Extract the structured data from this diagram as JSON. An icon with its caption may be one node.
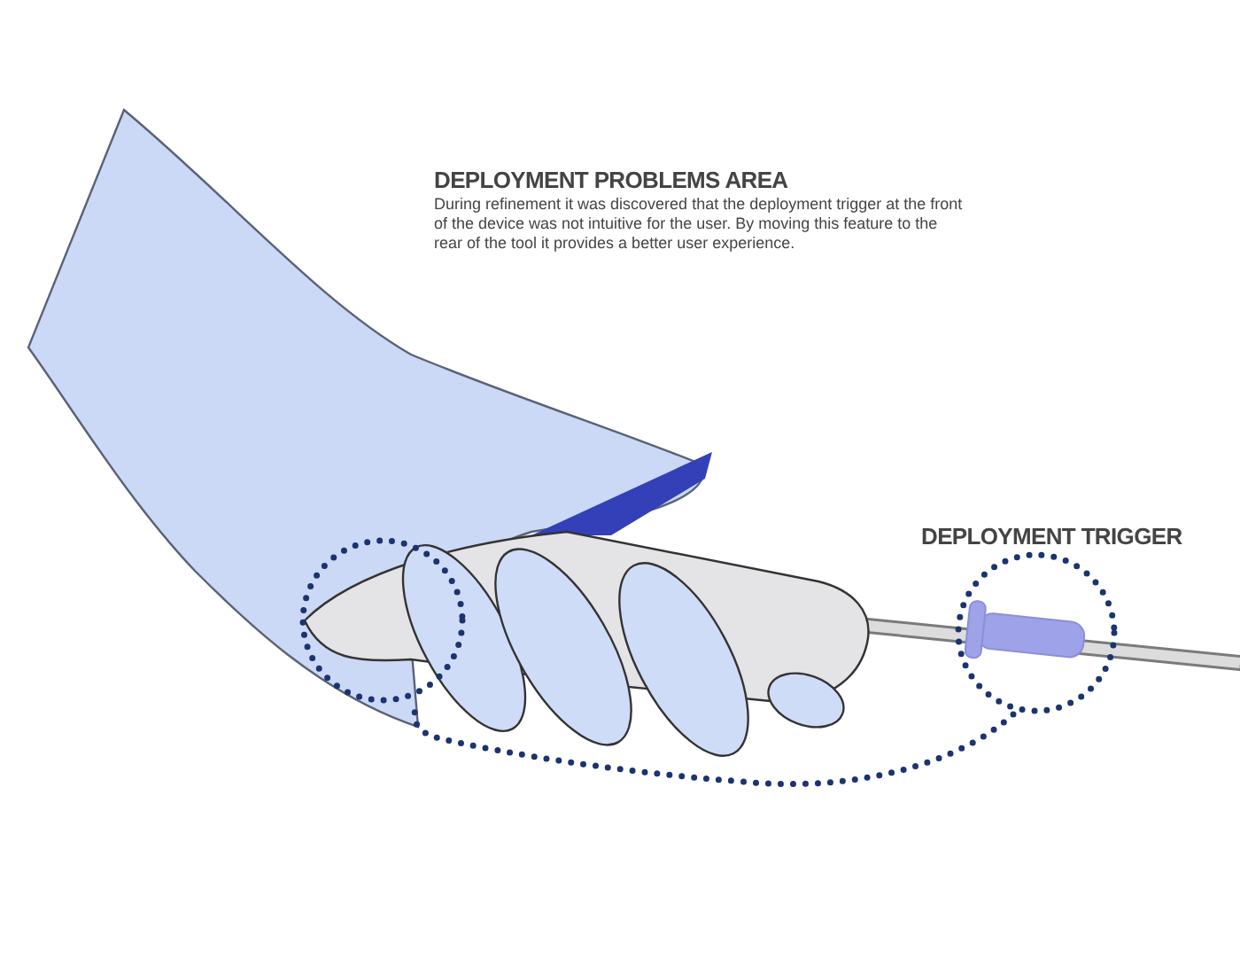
{
  "diagram": {
    "nodes": [
      {
        "text": [],
        "shape": "circle"
      },
      {
        "text": [
          "DEPLOYMENT TRIGGER"
        ]
      }
    ],
    "edges": [
      {
        "from": 1,
        "to": 0,
        "arrow": "none",
        "style": "dashed"
      }
    ],
    "labels": [
      "DEPLOYMENT PROBLEMS AREA",
      "During refinement it was discovered that the deployment trigger at the front of the device was not intuitive for the user. By moving this feature to the rear of the tool it provides a better user experience."
    ]
  }
}
